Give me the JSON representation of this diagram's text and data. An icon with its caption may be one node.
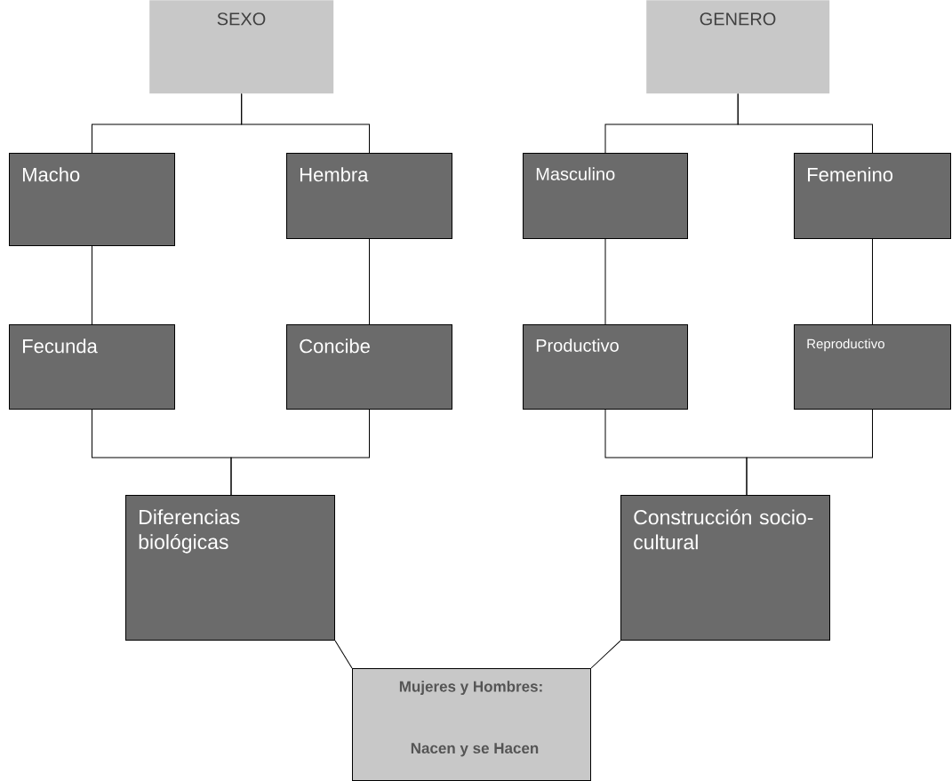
{
  "diagram": {
    "nodes": [
      {
        "text": [
          "SEXO"
        ]
      },
      {
        "text": [
          "GENERO"
        ]
      },
      {
        "text": [
          "Macho"
        ]
      },
      {
        "text": [
          "Hembra"
        ]
      },
      {
        "text": [
          "Masculino"
        ]
      },
      {
        "text": [
          "Femenino"
        ]
      },
      {
        "text": [
          "Fecunda"
        ]
      },
      {
        "text": [
          "Concibe"
        ]
      },
      {
        "text": [
          "Productivo"
        ]
      },
      {
        "text": [
          "Reproductivo"
        ]
      },
      {
        "text": [
          "Diferencias biológicas"
        ]
      },
      {
        "text": [
          "Construcción socio-cultural"
        ]
      },
      {
        "text": [
          "Mujeres y Hombres:",
          "Nacen y se Hacen"
        ]
      }
    ],
    "edges": [
      {
        "from": 0,
        "to": 2,
        "arrow": "none"
      },
      {
        "from": 0,
        "to": 3,
        "arrow": "none"
      },
      {
        "from": 1,
        "to": 4,
        "arrow": "none"
      },
      {
        "from": 1,
        "to": 5,
        "arrow": "none"
      },
      {
        "from": 2,
        "to": 6,
        "arrow": "none"
      },
      {
        "from": 3,
        "to": 7,
        "arrow": "none"
      },
      {
        "from": 4,
        "to": 8,
        "arrow": "none"
      },
      {
        "from": 5,
        "to": 9,
        "arrow": "none"
      },
      {
        "from": 6,
        "to": 10,
        "arrow": "none"
      },
      {
        "from": 7,
        "to": 10,
        "arrow": "none"
      },
      {
        "from": 8,
        "to": 11,
        "arrow": "none"
      },
      {
        "from": 9,
        "to": 11,
        "arrow": "none"
      },
      {
        "from": 10,
        "to": 12,
        "arrow": "none"
      },
      {
        "from": 11,
        "to": 12,
        "arrow": "none"
      }
    ]
  }
}
